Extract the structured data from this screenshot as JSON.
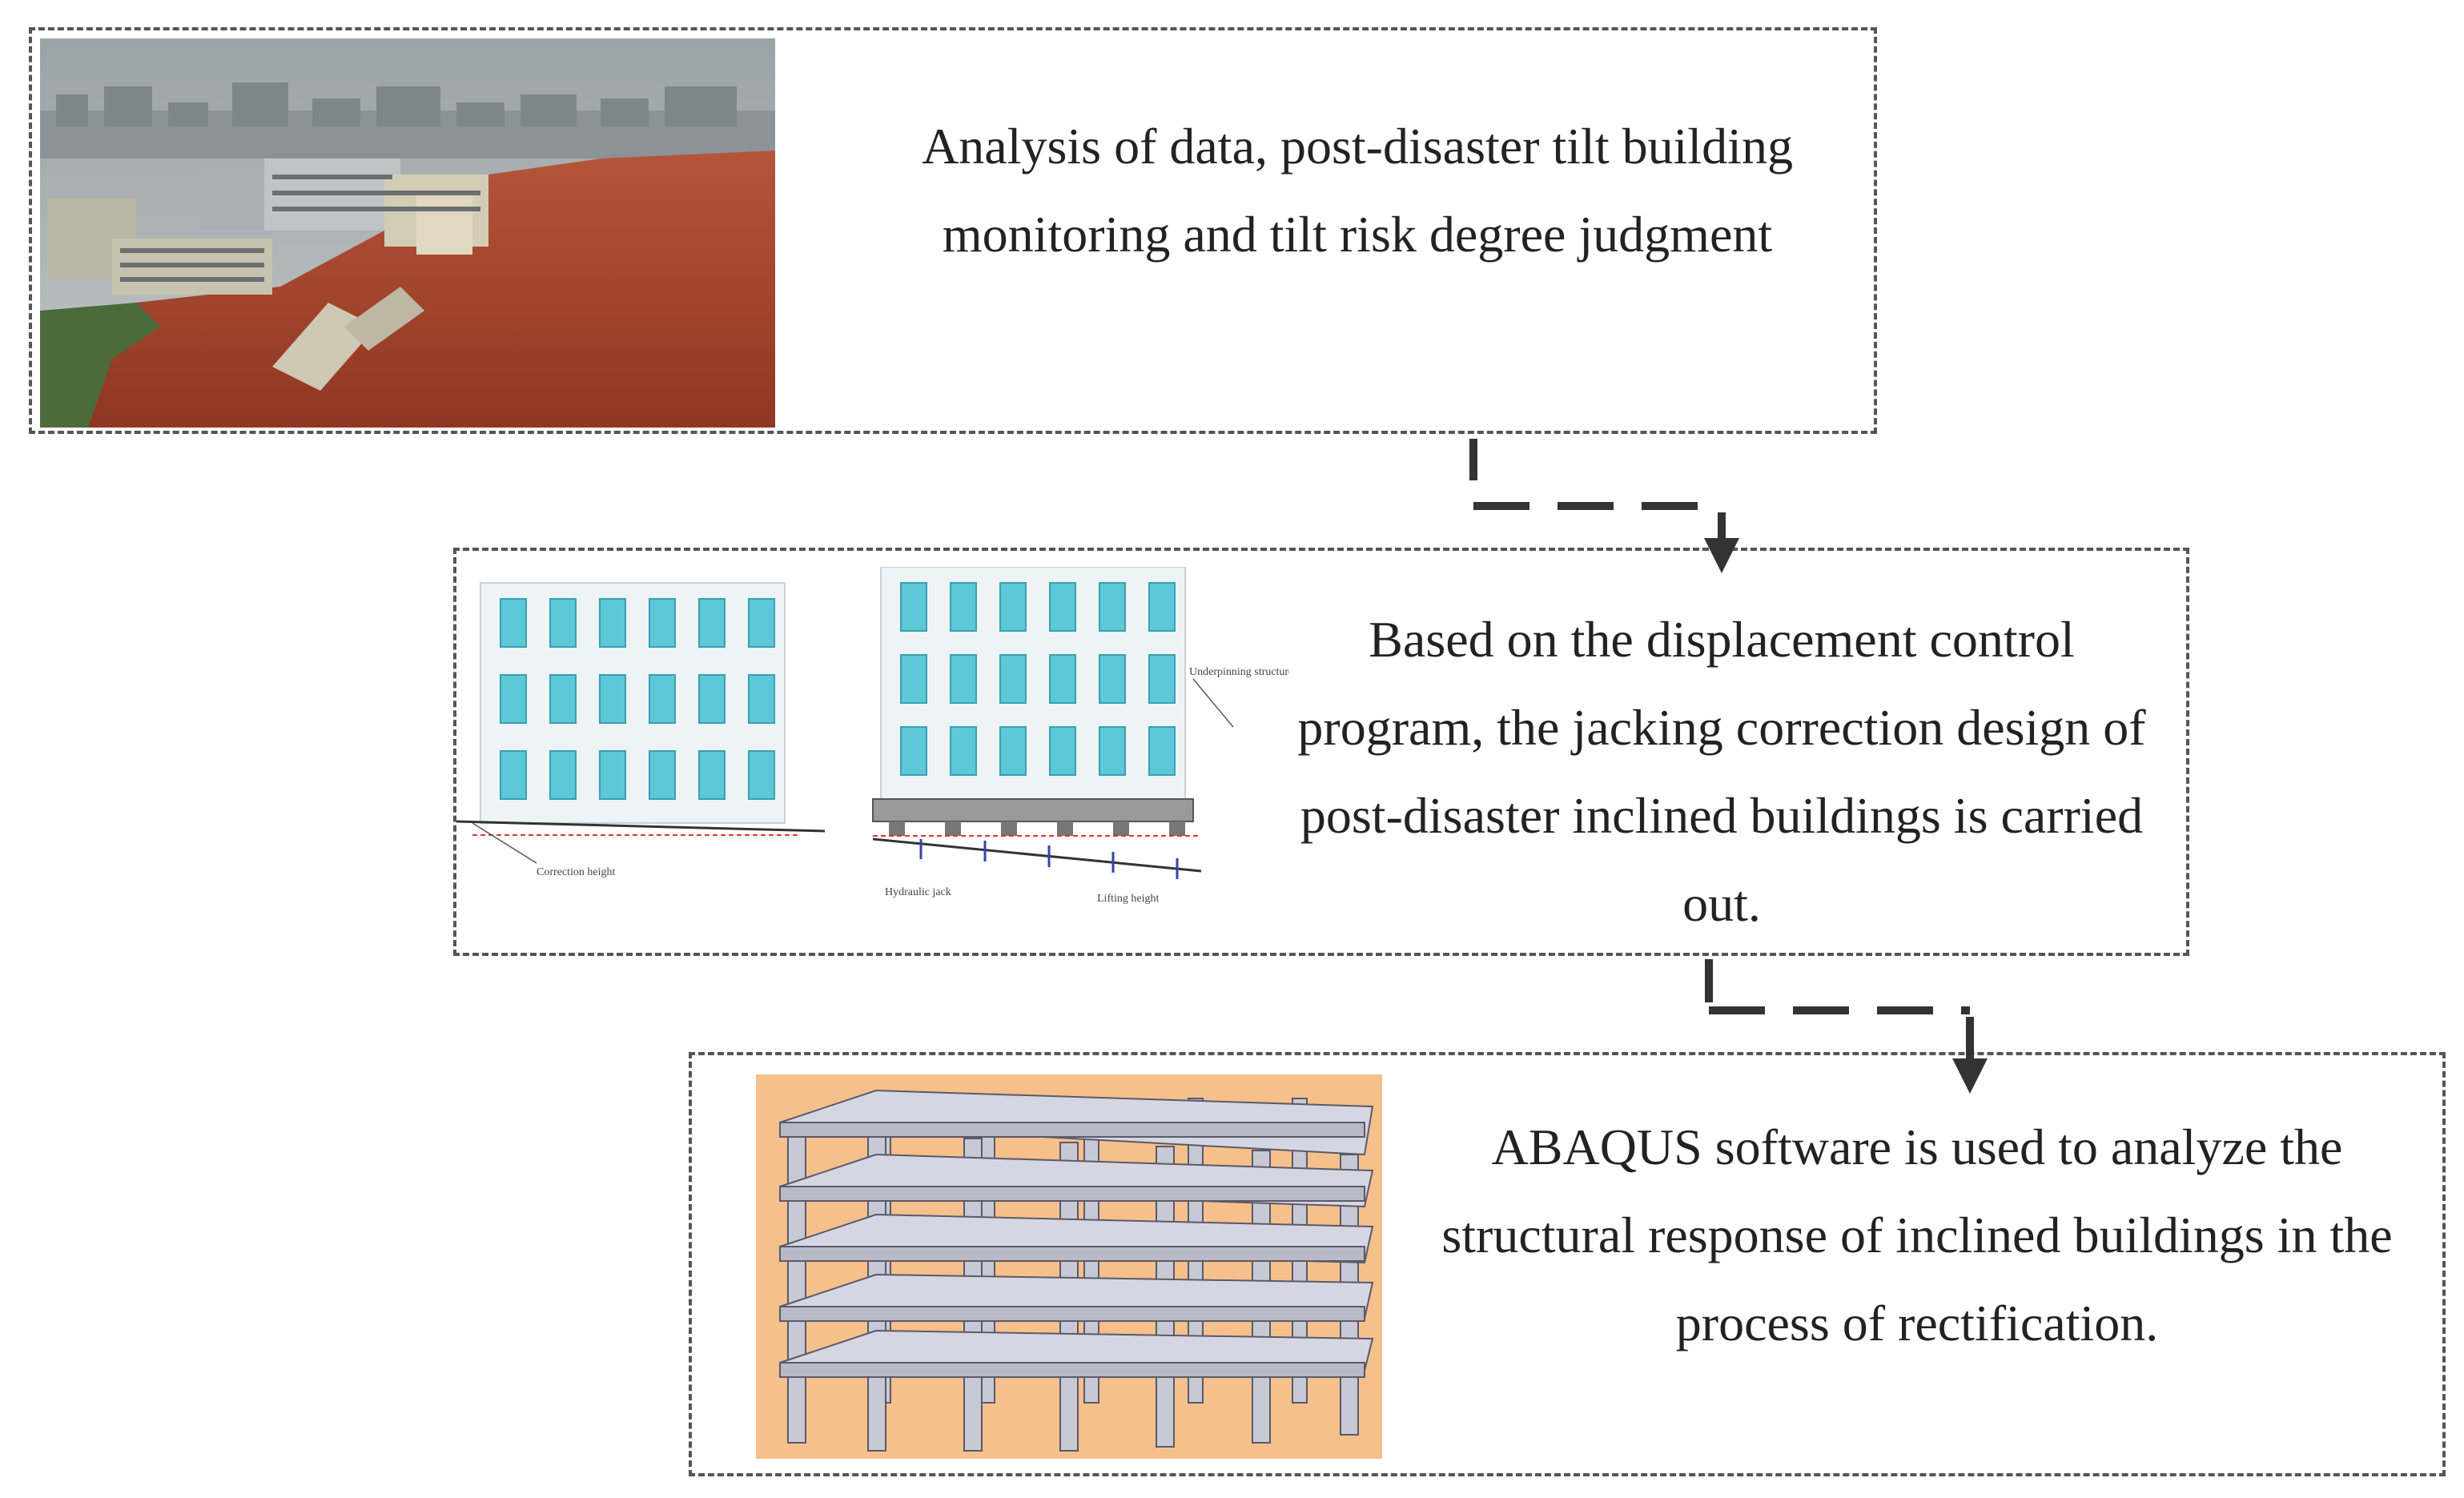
{
  "steps": [
    {
      "text": "Analysis of data, post-disaster tilt building monitoring and tilt risk degree judgment",
      "image": "aerial photo of tilted buildings after landslide"
    },
    {
      "text": "Based on the displacement control program, the jacking correction design of post-disaster inclined buildings is carried out.",
      "image": "building elevation drawings with jacking correction",
      "labels": {
        "correction_height": "Correction height",
        "underpinning_structure": "Underpinning structure",
        "hydraulic_jack": "Hydraulic jack",
        "lifting_height": "Lifting height"
      }
    },
    {
      "text": "ABAQUS software is used to analyze the structural response of inclined buildings in the process of rectification.",
      "image": "3D finite element frame model of building"
    }
  ],
  "colors": {
    "border": "#555555",
    "arrow": "#333333",
    "window": "#5cc8d8",
    "model_bg": "#f5c08c",
    "soil": "#a8452a"
  }
}
